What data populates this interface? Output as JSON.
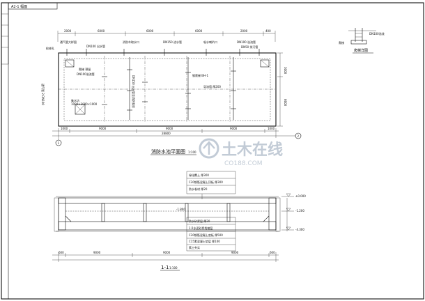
{
  "title_block": {
    "tag": "A2-1 幅面"
  },
  "plan": {
    "title": "消防水池平面图",
    "scale": "1:100",
    "axis_left": "1",
    "axis_right": "2",
    "top_dims": [
      "2000",
      "6000",
      "6000",
      "6000",
      "2000",
      "400"
    ],
    "bottom_dims": [
      "1000",
      "9000",
      "9000",
      "9000",
      "1000"
    ],
    "bottom_total": "28800",
    "right_dims": [
      "3000",
      "6600"
    ],
    "left_callouts": [
      "检修孔",
      "爬梯 预留",
      "DN100溢流管",
      "通气管 2-DN100",
      "集水坑",
      "1000×1000×1000"
    ],
    "top_callouts": [
      "通气管大样图",
      "DN100 出水管",
      "消防车取水口",
      "DN150 进水管",
      "吸水喇叭口",
      "DN100 溢流管",
      "DN50 排污管"
    ],
    "mid_callouts": [
      "DN150 出水管至消防泵房",
      "钢爬梯 BH-1",
      "导流墙 厚200"
    ],
    "pool_labels": [
      "水位计",
      "集水坑"
    ]
  },
  "section": {
    "title": "1-1",
    "scale": "1:100",
    "layers_top": [
      "绿化覆土 厚300",
      "C30钢筋混凝土顶板 厚300",
      "防水卷材 厚20"
    ],
    "layers_bottom": [
      "防水砂浆层 厚20",
      "1:2水泥砂浆找坡层",
      "C30钢筋混凝土底板 厚500",
      "C15素混凝土垫层 厚100",
      "素土夯实"
    ],
    "bottom_dims": [
      "600",
      "9000",
      "9000",
      "9000",
      "600"
    ],
    "level_top": "±0.000",
    "level_water": "-1.200",
    "level_bottom": "-4.300",
    "wall_label": "-1.800"
  },
  "detail": {
    "title": "爬梯详图",
    "label_left": "爬梯",
    "label_dim": "DN100溢流"
  },
  "watermark": {
    "cn": "土木在线",
    "en": "CO188.COM"
  },
  "colors": {
    "ink": "#111111",
    "watermark": "#b8c3cf"
  }
}
